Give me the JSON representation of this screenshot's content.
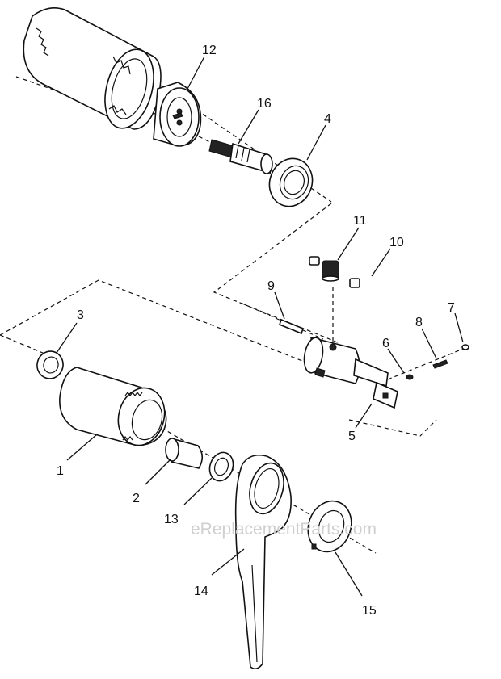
{
  "parts": {
    "p1": "1",
    "p2": "2",
    "p3": "3",
    "p4": "4",
    "p5": "5",
    "p6": "6",
    "p7": "7",
    "p8": "8",
    "p9": "9",
    "p10": "10",
    "p11": "11",
    "p12": "12",
    "p13": "13",
    "p14": "14",
    "p15": "15",
    "p16": "16"
  },
  "watermark": "eReplacementParts.com"
}
